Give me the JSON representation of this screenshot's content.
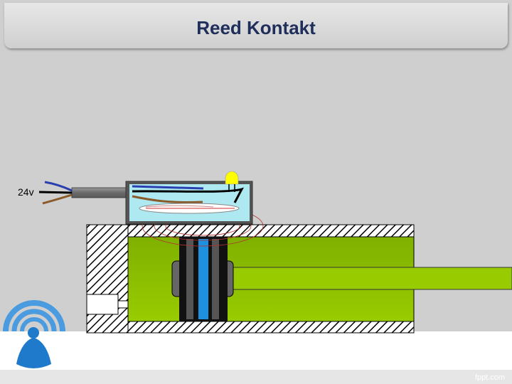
{
  "slide": {
    "title": "Reed Kontakt",
    "voltage_label": "24v",
    "footer_brand": "fppt.com"
  },
  "colors": {
    "title_text": "#1f2e5a",
    "background": "#cfcfcf",
    "cylinder_green": "#99cc00",
    "piston_blue": "#1e90e0",
    "sensor_body": "#aee8f0",
    "led_yellow": "#ffff00",
    "logo_blue": "#1f7acc"
  },
  "icons": {
    "logo": "wireless-signal-icon"
  }
}
